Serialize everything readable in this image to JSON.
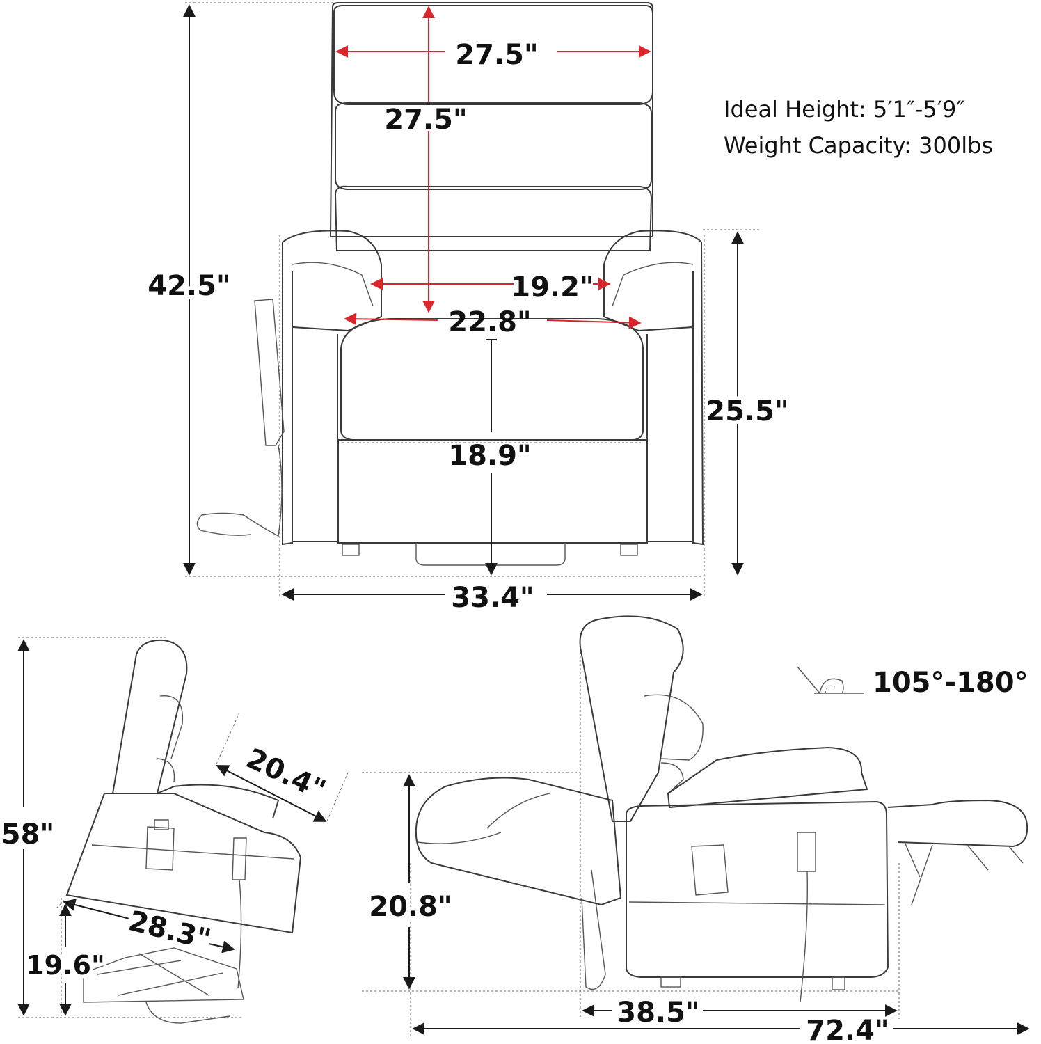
{
  "specs": {
    "ideal_height": "Ideal Height: 5′1″-5′9″",
    "weight_capacity": "Weight Capacity: 300lbs"
  },
  "front_view": {
    "headrest_width": "27.5\"",
    "back_height": "27.5\"",
    "overall_height": "42.5\"",
    "inner_width": "19.2\"",
    "seat_width": "22.8\"",
    "arm_height": "25.5\"",
    "seat_height": "18.9\"",
    "overall_width": "33.4\""
  },
  "side_lift_view": {
    "lift_height": "58\"",
    "back_depth": "20.4\"",
    "seat_depth": "28.3\"",
    "base_height": "19.6\""
  },
  "recline_view": {
    "angle": "105°-180°",
    "height": "20.8\"",
    "depth": "38.5\"",
    "full_length": "72.4\""
  },
  "colors": {
    "accent_red": "#d8262c",
    "ink": "#111111"
  }
}
